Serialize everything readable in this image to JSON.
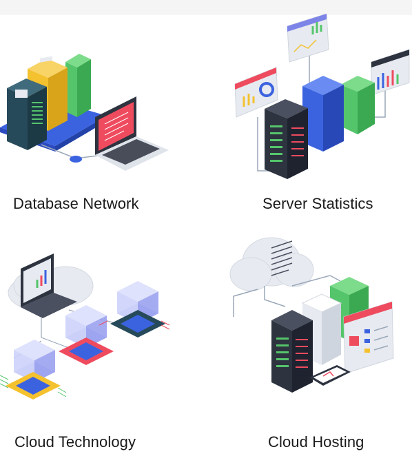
{
  "cards": [
    {
      "title": "Database Network"
    },
    {
      "title": "Server Statistics"
    },
    {
      "title": "Cloud Technology"
    },
    {
      "title": "Cloud Hosting"
    }
  ],
  "colors": {
    "blue": "#3b63e0",
    "teal_dark": "#274a5a",
    "yellow": "#f4c12f",
    "green": "#55c56b",
    "red": "#ef4b5f",
    "navy": "#2e3340",
    "light_gray": "#e7eaf0",
    "violet": "#7d84e8"
  }
}
